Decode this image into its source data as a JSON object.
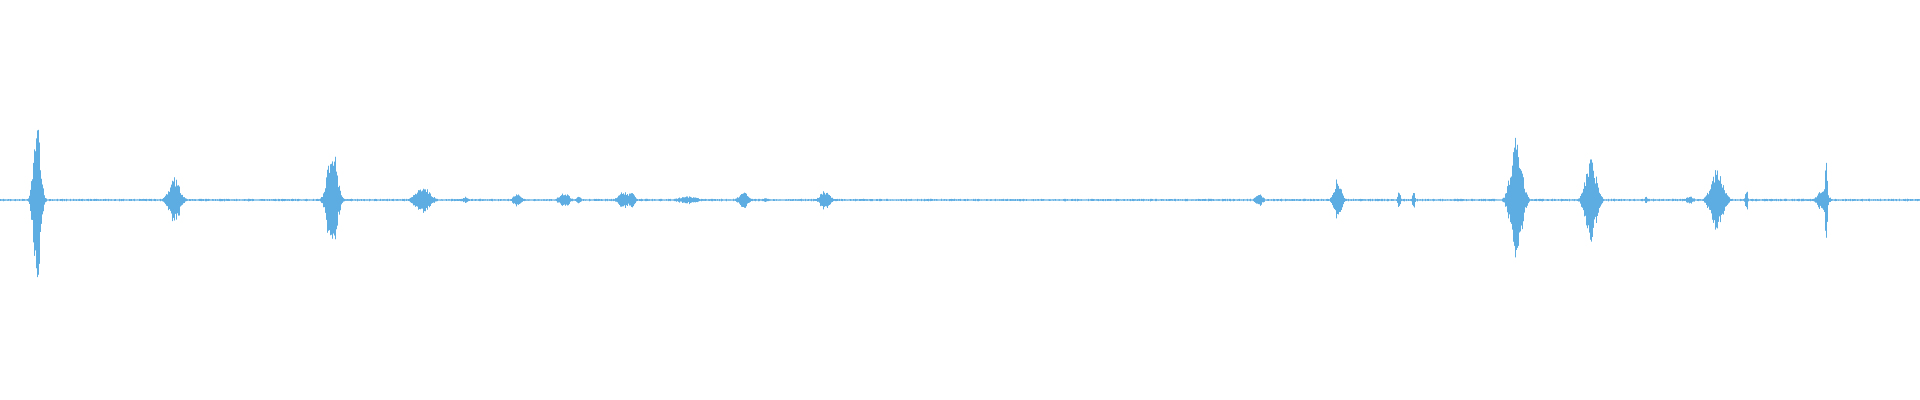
{
  "waveform": {
    "color": "#5dade2",
    "background": "#ffffff",
    "peak_scale": 1.0,
    "baseline_amplitude": 0.006,
    "events": [
      {
        "t": 0.0191,
        "amp": 0.42,
        "width": 0.003
      },
      {
        "t": 0.0907,
        "amp": 0.12,
        "width": 0.0045
      },
      {
        "t": 0.1728,
        "amp": 0.3,
        "width": 0.004
      },
      {
        "t": 0.22,
        "amp": 0.07,
        "width": 0.006
      },
      {
        "t": 0.2424,
        "amp": 0.02,
        "width": 0.002
      },
      {
        "t": 0.2693,
        "amp": 0.04,
        "width": 0.003
      },
      {
        "t": 0.2936,
        "amp": 0.04,
        "width": 0.004
      },
      {
        "t": 0.301,
        "amp": 0.02,
        "width": 0.002
      },
      {
        "t": 0.3244,
        "amp": 0.05,
        "width": 0.004
      },
      {
        "t": 0.3285,
        "amp": 0.04,
        "width": 0.003
      },
      {
        "t": 0.358,
        "amp": 0.02,
        "width": 0.008
      },
      {
        "t": 0.3872,
        "amp": 0.04,
        "width": 0.004
      },
      {
        "t": 0.3985,
        "amp": 0.01,
        "width": 0.002
      },
      {
        "t": 0.4295,
        "amp": 0.05,
        "width": 0.004
      },
      {
        "t": 0.6556,
        "amp": 0.03,
        "width": 0.003
      },
      {
        "t": 0.6964,
        "amp": 0.11,
        "width": 0.003
      },
      {
        "t": 0.7285,
        "amp": 0.06,
        "width": 0.001
      },
      {
        "t": 0.736,
        "amp": 0.05,
        "width": 0.001
      },
      {
        "t": 0.7895,
        "amp": 0.34,
        "width": 0.0045
      },
      {
        "t": 0.8284,
        "amp": 0.22,
        "width": 0.0045
      },
      {
        "t": 0.8571,
        "amp": 0.02,
        "width": 0.001
      },
      {
        "t": 0.88,
        "amp": 0.02,
        "width": 0.003
      },
      {
        "t": 0.8941,
        "amp": 0.17,
        "width": 0.005
      },
      {
        "t": 0.9094,
        "amp": 0.06,
        "width": 0.001
      },
      {
        "t": 0.949,
        "amp": 0.06,
        "width": 0.004
      },
      {
        "t": 0.9509,
        "amp": 0.22,
        "width": 0.001
      }
    ]
  }
}
